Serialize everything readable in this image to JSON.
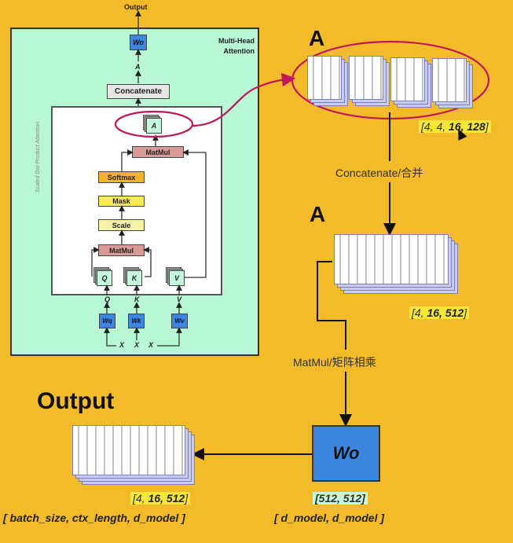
{
  "mha_diagram": {
    "output_label": "Output",
    "panel_title": "Multi-Head Attention",
    "wo_label": "Wo",
    "a_label": "A",
    "concatenate_label": "Concatenate",
    "sdpa_title": "Scaled Dot-Product Attention",
    "a_tensor_label": "A",
    "matmul_top_label": "MatMul",
    "softmax_label": "Softmax",
    "mask_label": "Mask",
    "scale_label": "Scale",
    "matmul_bottom_label": "MatMul",
    "q_tensor_label": "Q",
    "k_tensor_label": "K",
    "v_tensor_label": "V",
    "q_label": "Q",
    "k_label": "K",
    "v_label": "V",
    "wq_label": "Wq",
    "wk_label": "Wk",
    "wv_label": "Wv",
    "x_labels": [
      "X",
      "X",
      "X"
    ]
  },
  "heads_block": {
    "title": "A",
    "shape": {
      "prefix": "[4, 4, ",
      "bold": "16, 128",
      "suffix": "]"
    },
    "num_heads_shown": 4
  },
  "concat_step": {
    "label": "Concatenate/合并"
  },
  "concat_block": {
    "title": "A",
    "shape": {
      "prefix": "[4, ",
      "bold": "16, 512",
      "suffix": "]"
    }
  },
  "matmul_step": {
    "label": "MatMul/矩阵相乘"
  },
  "wo_block": {
    "label": "Wo",
    "shape": "[512, 512]",
    "dims": "[ d_model, d_model ]"
  },
  "output_block": {
    "title": "Output",
    "shape": {
      "prefix": "[4, ",
      "bold": "16, 512",
      "suffix": "]"
    },
    "dims": "[ batch_size, ctx_length, d_model ]"
  },
  "colors": {
    "background": "#f3bb2a",
    "mha_panel": "#b8f7d3",
    "weight_blue": "#3d86e0",
    "highlight_red": "#c0165a",
    "shape_tag_yellow": "#f7e63a",
    "shape_tag_green": "#c4f7dc"
  }
}
